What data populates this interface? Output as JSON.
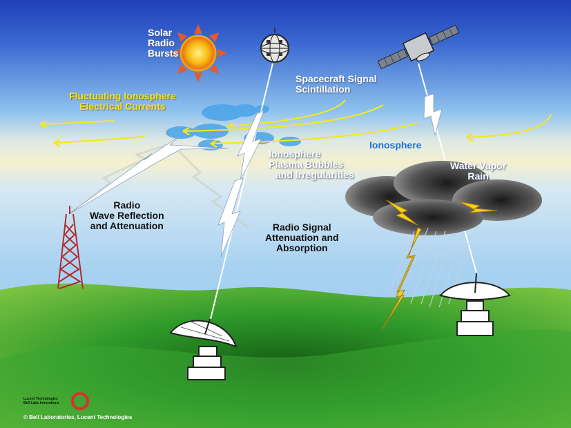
{
  "labels": {
    "solar": [
      "Solar",
      "Radio",
      "Bursts"
    ],
    "fluctuating": [
      "Fluctuating Ionosphere",
      "Electrical Currents"
    ],
    "spacecraft": [
      "Spacecraft Signal",
      "Scintillation"
    ],
    "ionosphere": "Ionosphere",
    "plasma": [
      "Ionosphere",
      "Plasma Bubbles",
      "and Irregularities"
    ],
    "water_vapor": [
      "Water Vapor",
      "Rain"
    ],
    "radio_reflection": [
      "Radio",
      "Wave Reflection",
      "and Attenuation"
    ],
    "radio_signal": [
      "Radio Signal",
      "Attenuation and",
      "Absorption"
    ]
  },
  "footer": {
    "copyright": "© Bell Laboratories, Lucent Technologies",
    "brand_lines": [
      "Lucent Technologies",
      "Bell Labs Innovations"
    ]
  },
  "colors": {
    "sky_top": "#1f3fb8",
    "sky_mid": "#8ec2ee",
    "sky_band": "#f4f0cf",
    "ground": "#2f9a2a",
    "arrow": "#f5e623",
    "label_blue": "#1e6fd9",
    "lightning": "#f2d21a",
    "logo_red": "#d8322a"
  }
}
